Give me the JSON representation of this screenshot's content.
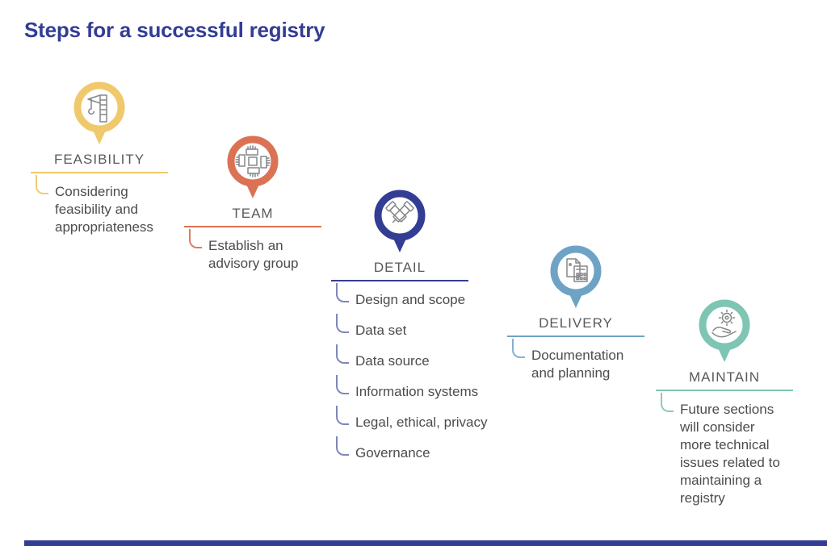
{
  "title": "Steps for a successful registry",
  "palette": {
    "title_navy": "#333D94",
    "feasibility_yellow": "#F0C96C",
    "team_coral": "#DB7254",
    "detail_navy": "#333D94",
    "detail_bracket_periwinkle": "#7E86BA",
    "delivery_blue": "#6FA3C6",
    "maintain_teal": "#7EC5B3",
    "label_gray": "#58595B",
    "body_text_gray": "#4B4C4E",
    "icon_line_gray": "#85878A"
  },
  "steps": [
    {
      "label": "FEASIBILITY",
      "icon": "crane-icon",
      "accent": "#F0C96C",
      "items": [
        "Considering feasibility and appropriateness"
      ]
    },
    {
      "label": "TEAM",
      "icon": "teamwork-hands-icon",
      "accent": "#DB7254",
      "items": [
        "Establish an advisory group"
      ]
    },
    {
      "label": "DETAIL",
      "icon": "crossed-scopes-icon",
      "accent": "#333D94",
      "items": [
        "Design and scope",
        "Data set",
        "Data source",
        "Information systems",
        "Legal, ethical, privacy",
        "Governance"
      ]
    },
    {
      "label": "DELIVERY",
      "icon": "documents-icon",
      "accent": "#6FA3C6",
      "items": [
        "Documentation and planning"
      ]
    },
    {
      "label": "MAINTAIN",
      "icon": "hand-gear-icon",
      "accent": "#7EC5B3",
      "items": [
        "Future sections will consider more technical issues related to maintaining a registry"
      ]
    }
  ]
}
